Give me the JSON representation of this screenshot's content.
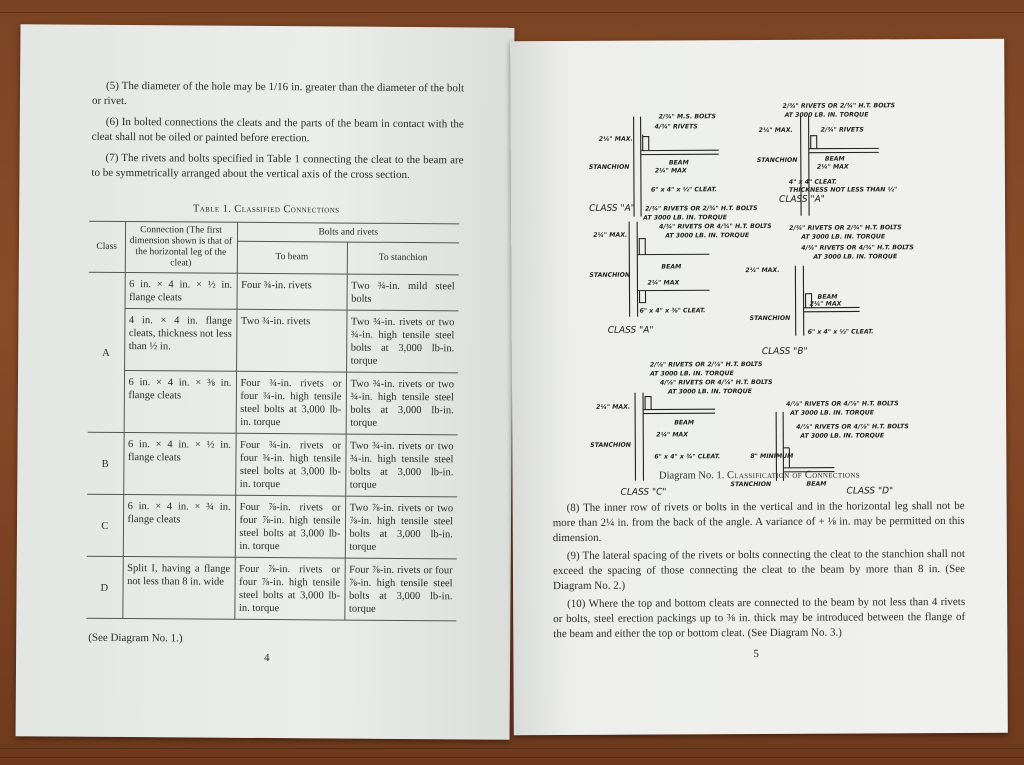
{
  "left_page": {
    "paragraphs": [
      "(5) The diameter of the hole may be 1/16 in. greater than the diameter of the bolt or rivet.",
      "(6) In bolted connections the cleats and the parts of the beam in contact with the cleat shall not be oiled or painted before erection.",
      "(7) The rivets and bolts specified in Table 1 connecting the cleat to the beam are to be symmetrically arranged about the vertical axis of the cross section."
    ],
    "table_title": "Table 1. Classified Connections",
    "headers": {
      "class": "Class",
      "connection": "Connection (The first dimension shown is that of the horizontal leg of the cleat)",
      "bolts": "Bolts and rivets",
      "to_beam": "To beam",
      "to_stanchion": "To stanchion"
    },
    "rows": [
      {
        "cls": "A",
        "connection": "6 in. × 4 in. × ½ in. flange cleats",
        "beam": "Four ¾-in. rivets",
        "stanchion": "Two ¾-in. mild steel bolts"
      },
      {
        "cls": "",
        "connection": "4 in. × 4 in. flange cleats, thickness not less than ½ in.",
        "beam": "Two ¾-in. rivets",
        "stanchion": "Two ¾-in. rivets or two ¾-in. high tensile steel bolts at 3,000 lb-in. torque"
      },
      {
        "cls": "",
        "connection": "6 in. × 4 in. × ⅜ in. flange cleats",
        "beam": "Four ¾-in. rivets or four ¾-in. high tensile steel bolts at 3,000 lb-in. torque",
        "stanchion": "Two ¾-in. rivets or two ¾-in. high tensile steel bolts at 3,000 lb-in. torque"
      },
      {
        "cls": "B",
        "connection": "6 in. × 4 in. × ½ in. flange cleats",
        "beam": "Four ¾-in. rivets or four ¾-in. high tensile steel bolts at 3,000 lb-in. torque",
        "stanchion": "Two ¾-in. rivets or two ¾-in. high tensile steel bolts at 3,000 lb-in. torque"
      },
      {
        "cls": "C",
        "connection": "6 in. × 4 in. × ¾ in. flange cleats",
        "beam": "Four ⅞-in. rivets or four ⅞-in. high tensile steel bolts at 3,000 lb-in. torque",
        "stanchion": "Two ⅞-in. rivets or two ⅞-in. high tensile steel bolts at 3,000 lb-in. torque"
      },
      {
        "cls": "D",
        "connection": "Split I, having a flange not less than 8 in. wide",
        "beam": "Four ⅞-in. rivets or four ⅞-in. high tensile steel bolts at 3,000 lb-in. torque",
        "stanchion": "Four ⅞-in. rivets or four ⅞-in. high tensile steel bolts at 3,000 lb-in. torque"
      }
    ],
    "footnote": "(See Diagram No. 1.)",
    "page_number": "4"
  },
  "right_page": {
    "diagram": {
      "labels": {
        "ms_bolts": "2/¾\" M.S. BOLTS",
        "rivets_4": "4/¾\" RIVETS",
        "max_2_14": "2¼\" MAX.",
        "max_2_14b": "2¼\" MAX",
        "stanchion": "STANCHION",
        "beam": "BEAM",
        "cleat_a1": "6\" x 4\" x ½\" CLEAT.",
        "class_a": "CLASS \"A\"",
        "rivets_or_ht_2": "2/¾\" RIVETS OR 2/¾\" H.T. BOLTS",
        "at_3000_torque": "AT 3000 LB. IN. TORQUE",
        "rivets_2": "2/¾\" RIVETS",
        "cleat_4x4": "4\" x 4\" CLEAT.",
        "thickness": "THICKNESS NOT LESS THAN ½\"",
        "rivets_or_ht_4": "4/¾\" RIVETS OR 4/¾\" H.T. BOLTS",
        "cleat_a3": "6\" x 4\" x ⅜\" CLEAT.",
        "cleat_b": "6\" x 4\" x ½\" CLEAT.",
        "class_b": "CLASS \"B\"",
        "rivets_or_ht_2_78": "2/⅞\" RIVETS OR 2/⅞\" H.T. BOLTS",
        "rivets_or_ht_4_78": "4/⅞\" RIVETS OR 4/⅞\" H.T. BOLTS",
        "cleat_c": "6\" x 4\" x ¾\" CLEAT.",
        "class_c": "CLASS \"C\"",
        "minimum_8": "8\" MINIMUM",
        "class_d": "CLASS \"D\""
      },
      "caption_prefix": "Diagram No. 1.",
      "caption_text": "Classification of Connections"
    },
    "paragraphs": [
      "(8) The inner row of rivets or bolts in the vertical and in the horizontal leg shall not be more than 2¼ in. from the back of the angle. A variance of + ⅛ in. may be permitted on this dimension.",
      "(9) The lateral spacing of the rivets or bolts connecting the cleat to the stanchion shall not exceed the spacing of those connecting the cleat to the beam by more than 8 in. (See Diagram No. 2.)",
      "(10) Where the top and bottom cleats are connected to the beam by not less than 4 rivets or bolts, steel erection packings up to ⅜ in. thick may be introduced between the flange of the beam and either the top or bottom cleat. (See Diagram No. 3.)"
    ],
    "page_number": "5"
  }
}
